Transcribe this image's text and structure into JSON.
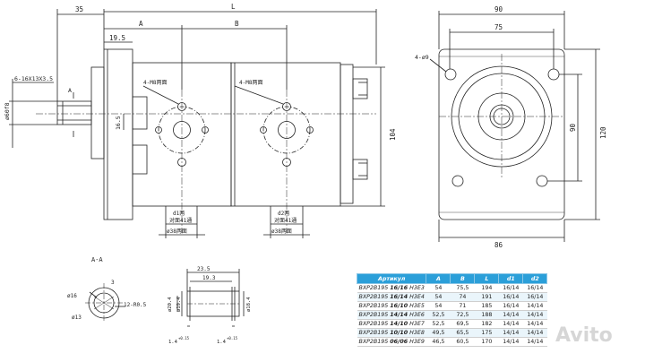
{
  "dims": {
    "top_35": "35",
    "top_L": "L",
    "top_A": "A",
    "top_B": "B",
    "dim_19_5": "19.5",
    "shaft_label": "6-16X13X3.5",
    "dia_60": "ø60f8",
    "dim_16_5": "16.5",
    "port_label_1": "4-M8两面",
    "port_label_2": "4-M8两面",
    "d1_label": "d1两",
    "d1_sub": "对面41通",
    "d2_label": "d2两",
    "d2_sub": "对面41通",
    "bore_1": "ø38两面",
    "bore_2": "ø38两面",
    "height_104": "104",
    "arrow_A": "A",
    "width_90": "90",
    "width_75": "75",
    "holes": "4-ø9",
    "height_90": "90",
    "height_120": "120",
    "width_86": "86"
  },
  "section": {
    "title": "A-A",
    "d16": "ø16",
    "d13": "ø13",
    "d12": "12-R0.5",
    "r3": "3",
    "len_23_5": "23.5",
    "len_19_3": "19.3",
    "dia_a": "ø20.4",
    "dia_b": "ø19.4",
    "tol_1": "1.4",
    "tol_1_sup": "+0.15",
    "tol_2": "1.4",
    "tol_2_sup": "+0.15",
    "dia_r": "ø18.4"
  },
  "table": {
    "headers": [
      "Артикул",
      "A",
      "B",
      "L",
      "d1",
      "d2"
    ],
    "rows": [
      {
        "pre": "BXP2B195",
        "code": "16/16",
        "suf": "H3E3",
        "a": "54",
        "b": "75,5",
        "l": "194",
        "d1": "16/14",
        "d2": "16/14"
      },
      {
        "pre": "BXP2B195",
        "code": "16/14",
        "suf": "H3E4",
        "a": "54",
        "b": "74",
        "l": "191",
        "d1": "16/14",
        "d2": "16/14"
      },
      {
        "pre": "BXP2B195",
        "code": "16/10",
        "suf": "H3E5",
        "a": "54",
        "b": "71",
        "l": "185",
        "d1": "16/14",
        "d2": "14/14"
      },
      {
        "pre": "BXP2B195",
        "code": "14/14",
        "suf": "H3E6",
        "a": "52,5",
        "b": "72,5",
        "l": "188",
        "d1": "14/14",
        "d2": "14/14"
      },
      {
        "pre": "BXP2B195",
        "code": "14/10",
        "suf": "H3E7",
        "a": "52,5",
        "b": "69,5",
        "l": "182",
        "d1": "14/14",
        "d2": "14/14"
      },
      {
        "pre": "BXP2B195",
        "code": "10/10",
        "suf": "H3E8",
        "a": "49,5",
        "b": "65,5",
        "l": "175",
        "d1": "14/14",
        "d2": "14/14"
      },
      {
        "pre": "BXP2B195",
        "code": "06/06",
        "suf": "H3E9",
        "a": "46,5",
        "b": "60,5",
        "l": "170",
        "d1": "14/14",
        "d2": "14/14"
      }
    ]
  },
  "watermark": "Avito"
}
